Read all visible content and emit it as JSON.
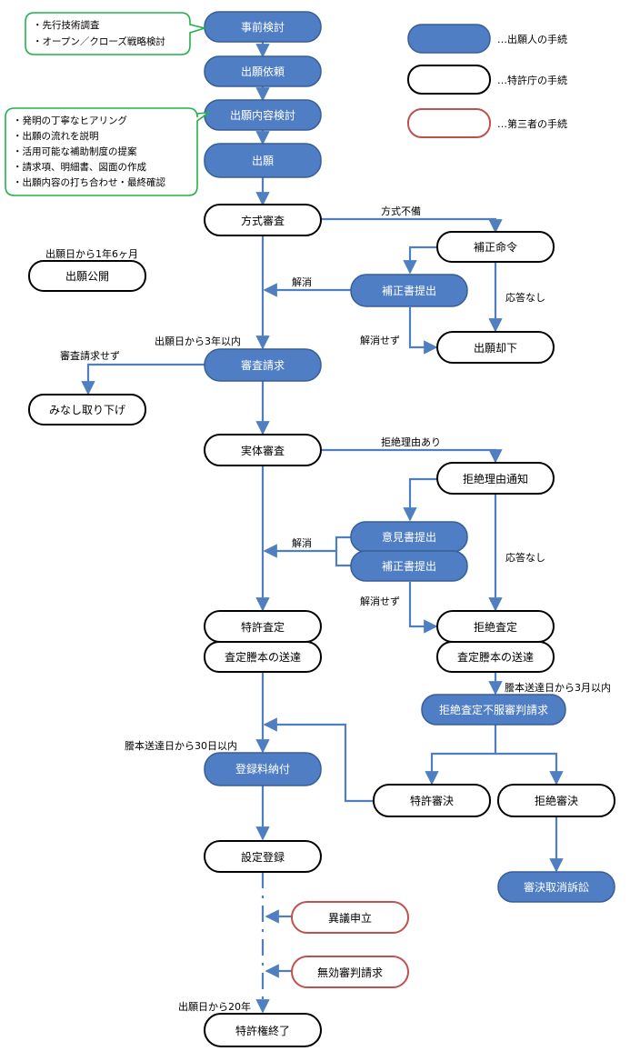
{
  "colors": {
    "applicant_fill": "#4f7ec4",
    "applicant_stroke": "#385e96",
    "office_stroke": "#000000",
    "third_party_stroke": "#c0504d",
    "arrow": "#4f7fc0",
    "note_border": "#22b04a"
  },
  "legend": {
    "applicant": "…出願人の手続",
    "office": "…特許庁の手続",
    "third_party": "…第三者の手続"
  },
  "notes": {
    "pre_study": [
      "・先行技術調査",
      "・オープン／クローズ戦略検討"
    ],
    "content_study": [
      "・発明の丁寧なヒアリング",
      "・出願の流れを説明",
      "・活用可能な補助制度の提案",
      "・請求項、明細書、図面の作成",
      "・出願内容の打ち合わせ・最終確認"
    ]
  },
  "nodes": {
    "n1": "事前検討",
    "n2": "出願依頼",
    "n3": "出願内容検討",
    "n4": "出願",
    "n5": "方式審査",
    "n6": "補正命令",
    "n7": "補正書提出",
    "n8": "出願却下",
    "n9": "出願公開",
    "n10": "審査請求",
    "n11": "みなし取り下げ",
    "n12": "実体審査",
    "n13": "拒絶理由通知",
    "n14": "意見書提出",
    "n15": "補正書提出",
    "n16": "特許査定",
    "n17": "拒絶査定",
    "n18": "査定謄本の送達",
    "n19": "査定謄本の送達",
    "n20": "拒絶査定不服審判請求",
    "n21": "登録料納付",
    "n22": "特許審決",
    "n23": "拒絶審決",
    "n24": "設定登録",
    "n25": "審決取消訴訟",
    "n26": "異議申立",
    "n27": "無効審判請求",
    "n28": "特許権終了"
  },
  "labels": {
    "l1": "方式不備",
    "l2": "解消",
    "l3": "応答なし",
    "l4": "解消せず",
    "l5": "出願日から1年6ヶ月",
    "l6": "出願日から3年以内",
    "l7": "審査請求せず",
    "l8": "拒絶理由あり",
    "l9": "解消",
    "l10": "応答なし",
    "l11": "解消せず",
    "l12": "謄本送達日から3月以内",
    "l13": "謄本送達日から30日以内",
    "l14": "出願日から20年"
  }
}
